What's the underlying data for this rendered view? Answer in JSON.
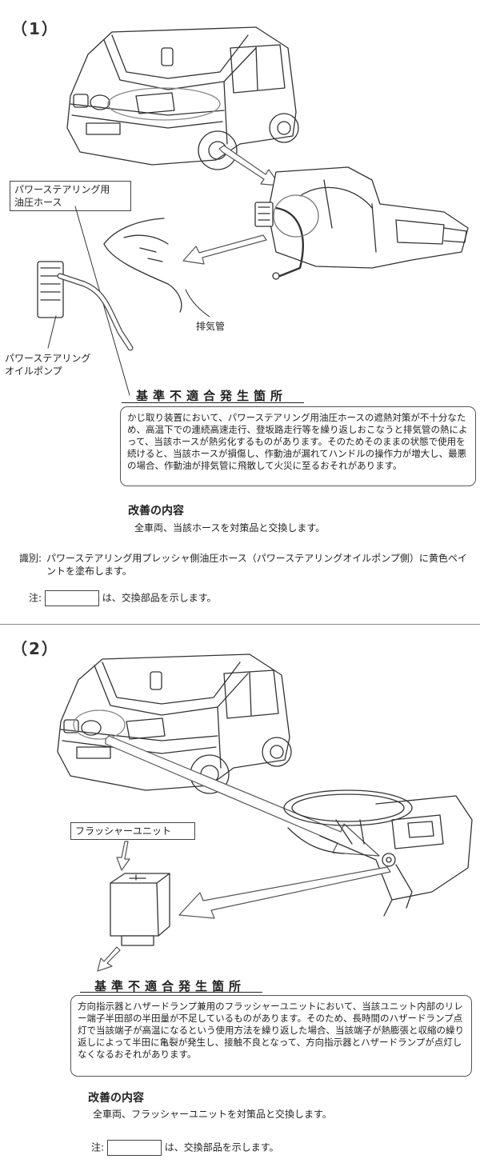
{
  "section1": {
    "number": "（1）",
    "labels": {
      "hose": "パワーステアリング用\n油圧ホース",
      "pump": "パワーステアリング\nオイルポンプ",
      "exhaust": "排気管"
    },
    "heading": "基準不適合発生箇所",
    "description": "かじ取り装置において、パワーステアリング用油圧ホースの遮熱対策が不十分なため、高温下での連続高速走行、登坂路走行等を繰り返しおこなうと排気管の熱によって、当該ホースが熱劣化するものがあります。そのためそのままの状態で使用を続けると、当該ホースが損傷し、作動油が漏れてハンドルの操作力が増大し、最悪の場合、作動油が排気管に飛散して火災に至るおそれがあります。",
    "improvement_title": "改善の内容",
    "improvement_text": "全車両、当該ホースを対策品と交換します。",
    "id_label": "識別:",
    "id_text": "パワーステアリング用プレッシャ側油圧ホース（パワーステアリングオイルポンプ側）に黄色ペイントを塗布します。",
    "note_label": "注:",
    "note_text": "は、交換部品を示します。"
  },
  "section2": {
    "number": "（2）",
    "labels": {
      "flasher": "フラッシャーユニット"
    },
    "heading": "基準不適合発生箇所",
    "description": "方向指示器とハザードランプ兼用のフラッシャーユニットにおいて、当該ユニット内部のリレー端子半田部の半田量が不足しているものがあります。そのため、長時間のハザードランプ点灯で当該端子が高温になるという使用方法を繰り返した場合、当該端子が熱膨張と収縮の繰り返しによって半田に亀裂が発生し、接触不良となって、方向指示器とハザードランプが点灯しなくなるおそれがあります。",
    "improvement_title": "改善の内容",
    "improvement_text": "全車両、フラッシャーユニットを対策品と交換します。",
    "note_label": "注:",
    "note_text": "は、交換部品を示します。"
  }
}
